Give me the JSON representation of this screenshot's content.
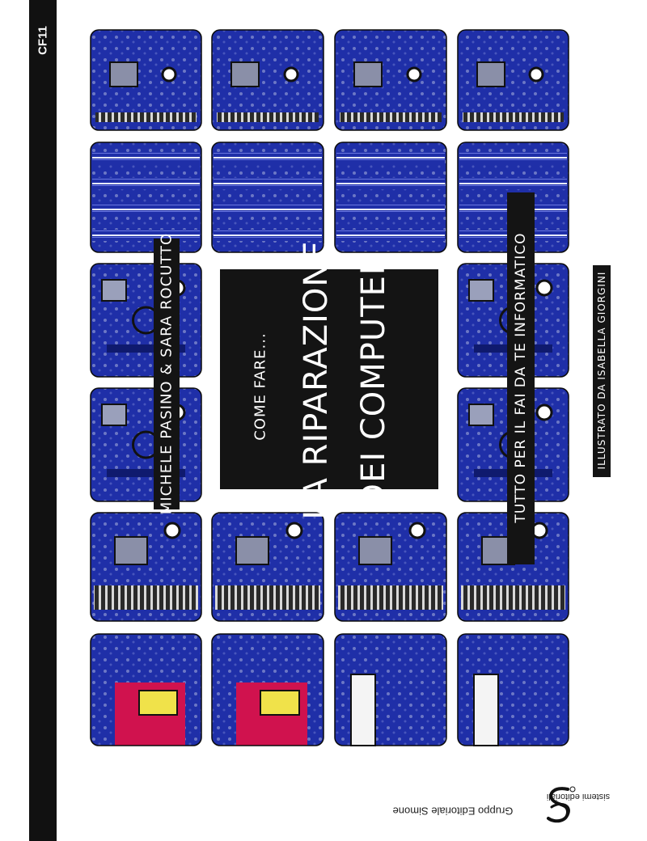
{
  "spine": {
    "code": "CF11"
  },
  "cover": {
    "kicker": "COME FARE...",
    "title_line1": "LA RIPARAZIONE",
    "title_line2": "DEI COMPUTER",
    "authors": "MICHELE PASINO & SARA ROCUTTO",
    "subtitle": "TUTTO PER IL FAI DA TE INFORMATICO",
    "illustrator": "ILLUSTRATO DA ISABELLA GIORGINI"
  },
  "publisher": {
    "name": "Gruppo Editoriale Simone",
    "imprint": "sistemi editoriali",
    "logo_icon": "se-monogram-logo-icon"
  },
  "colors": {
    "board_blue": "#1f2fa8",
    "board_dark": "#0f1a6e",
    "title_box": "#141414",
    "connector_yellow": "#f0e24a",
    "connector_red": "#d0124e"
  }
}
